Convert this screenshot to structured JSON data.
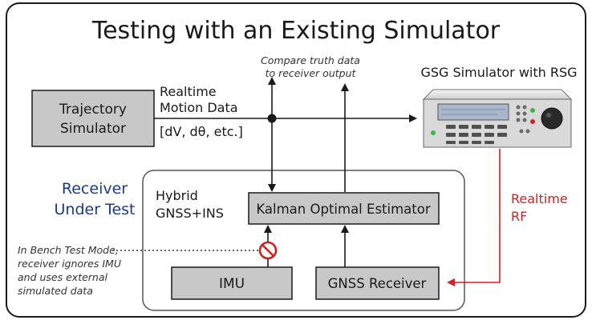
{
  "title": "Testing with an Existing Simulator",
  "trajectory_simulator": {
    "line1": "Trajectory",
    "line2": "Simulator"
  },
  "motion_data": {
    "line1": "Realtime",
    "line2": "Motion Data",
    "line3": "[dV, dθ, etc.]"
  },
  "compare_note": {
    "line1": "Compare truth data",
    "line2": "to receiver output"
  },
  "gsg_label": "GSG Simulator with RSG",
  "receiver_under_test": {
    "line1": "Receiver",
    "line2": "Under Test"
  },
  "hybrid": {
    "line1": "Hybrid",
    "line2": "GNSS+INS"
  },
  "kalman": "Kalman Optimal Estimator",
  "imu": "IMU",
  "gnss_receiver": "GNSS Receiver",
  "realtime_rf": {
    "line1": "Realtime",
    "line2": "RF"
  },
  "bench_note": {
    "line1": "In Bench Test Mode,",
    "line2": "receiver ignores IMU",
    "line3": "and uses external",
    "line4": "simulated data"
  },
  "colors": {
    "box_fill": "#c8c8c8",
    "accent_blue": "#1a3a8f",
    "rf_red": "#d42020",
    "block_red": "#cc2222",
    "line": "#1a1a1a"
  },
  "icons": {
    "prohibit": "prohibit-icon",
    "simulator_device": "signal-generator-icon"
  }
}
